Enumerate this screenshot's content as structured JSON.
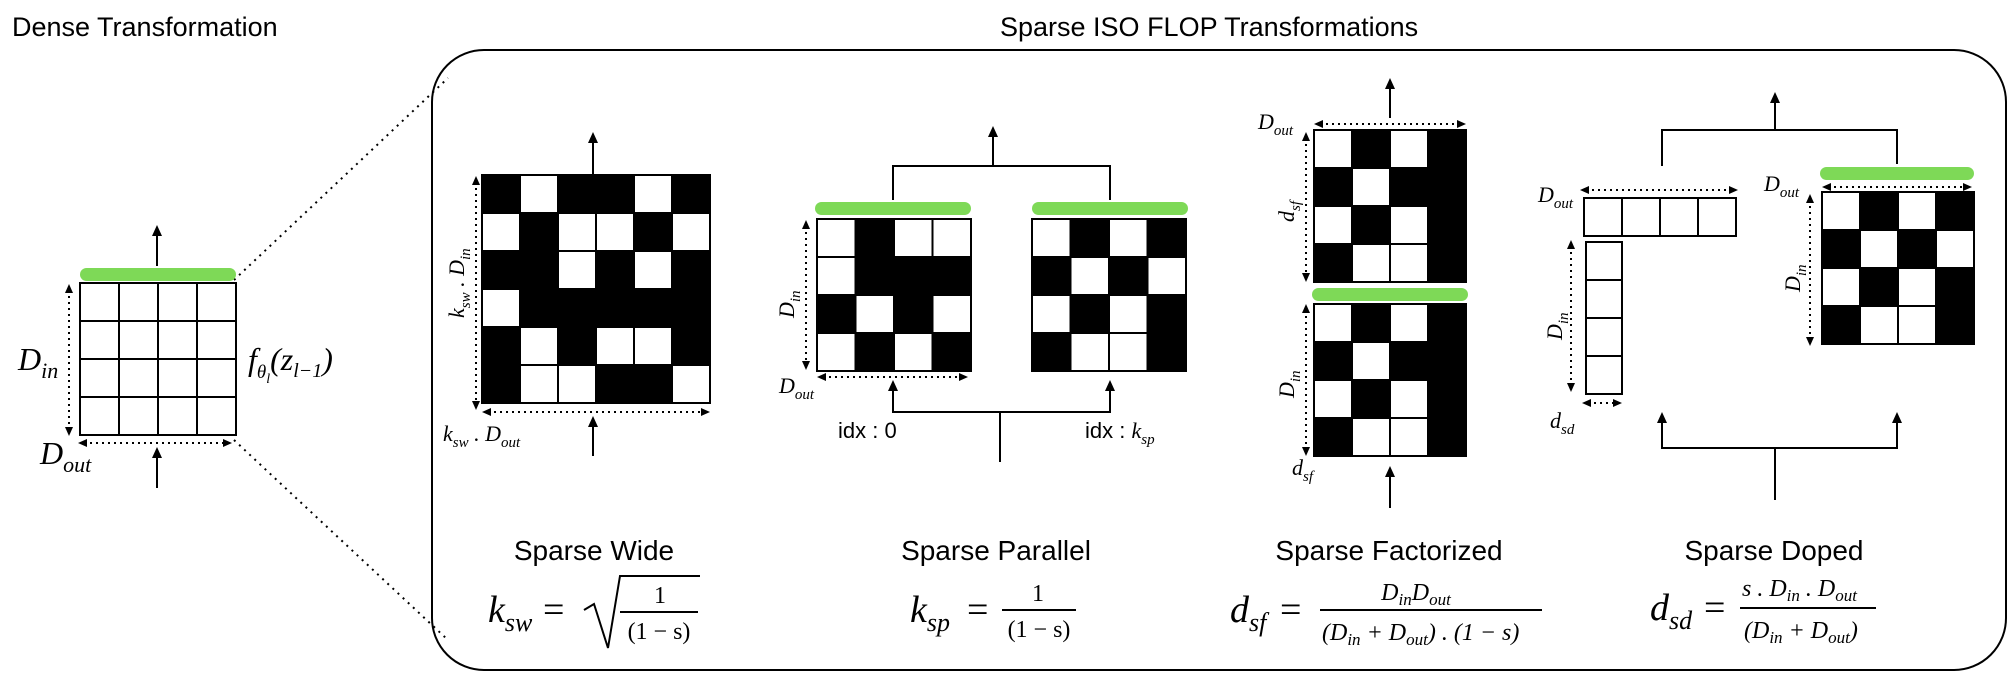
{
  "titles": {
    "dense": "Dense Transformation",
    "sparse": "Sparse ISO FLOP Transformations"
  },
  "colors": {
    "ink": "#000000",
    "accent": "#7ed957",
    "filled_cell": "#000000",
    "empty_cell": "#ffffff"
  },
  "dense": {
    "din_label": {
      "main": "D",
      "sub": "in"
    },
    "dout_label": {
      "main": "D",
      "sub": "out"
    },
    "function_label": {
      "f": "f",
      "sub1": "θ",
      "sub2": "l",
      "arg": "(z",
      "argsub": "l−1",
      "close": ")"
    },
    "grid": [
      [
        0,
        0,
        0,
        0
      ],
      [
        0,
        0,
        0,
        0
      ],
      [
        0,
        0,
        0,
        0
      ],
      [
        0,
        0,
        0,
        0
      ]
    ]
  },
  "panels": [
    {
      "name": "Sparse Wide",
      "labels": {
        "left": "k_sw . D_in",
        "bottom": "k_sw . D_out"
      },
      "grid": [
        [
          1,
          0,
          1,
          1,
          0,
          1
        ],
        [
          0,
          1,
          0,
          0,
          1,
          0
        ],
        [
          1,
          1,
          0,
          1,
          0,
          1
        ],
        [
          0,
          1,
          1,
          1,
          1,
          1
        ],
        [
          1,
          0,
          1,
          0,
          0,
          1
        ],
        [
          1,
          0,
          0,
          1,
          1,
          0
        ]
      ],
      "formula": {
        "lhs": "k",
        "lhs_sub": "sw",
        "eq": "=",
        "num": "1",
        "den": "(1 − s)",
        "sqrt": true
      }
    },
    {
      "name": "Sparse Parallel",
      "labels": {
        "left": "D_in",
        "bottom": "D_out",
        "idx_left": "idx : 0",
        "idx_right": "idx : k_sp"
      },
      "grid_left": [
        [
          0,
          1,
          0,
          0
        ],
        [
          0,
          1,
          1,
          1
        ],
        [
          1,
          0,
          1,
          0
        ],
        [
          0,
          1,
          0,
          1
        ]
      ],
      "grid_right": [
        [
          0,
          1,
          0,
          1
        ],
        [
          1,
          0,
          1,
          0
        ],
        [
          0,
          1,
          0,
          1
        ],
        [
          1,
          0,
          0,
          1
        ]
      ],
      "formula": {
        "lhs": "k",
        "lhs_sub": "sp",
        "eq": "=",
        "num": "1",
        "den": "(1 − s)",
        "sqrt": false
      }
    },
    {
      "name": "Sparse Factorized",
      "labels": {
        "top": "D_out",
        "left_top": "d_sf",
        "left_bottom": "D_in",
        "bottom": "d_sf"
      },
      "grid_top": [
        [
          0,
          1,
          0,
          1
        ],
        [
          1,
          0,
          1,
          1
        ],
        [
          0,
          1,
          0,
          1
        ],
        [
          1,
          0,
          0,
          1
        ]
      ],
      "grid_bottom": [
        [
          0,
          1,
          0,
          1
        ],
        [
          1,
          0,
          1,
          1
        ],
        [
          0,
          1,
          0,
          1
        ],
        [
          1,
          0,
          0,
          1
        ]
      ],
      "formula": {
        "lhs": "d",
        "lhs_sub": "sf",
        "eq": "=",
        "num": "D_in D_out",
        "den": "(D_in + D_out) . (1 − s)",
        "sqrt": false
      }
    },
    {
      "name": "Sparse Doped",
      "labels": {
        "top_left": "D_out",
        "left": "D_in",
        "bottom": "d_sd",
        "right_top": "D_out",
        "right_left": "D_in"
      },
      "grid_right": [
        [
          0,
          1,
          0,
          1
        ],
        [
          1,
          0,
          1,
          0
        ],
        [
          0,
          1,
          0,
          1
        ],
        [
          1,
          0,
          0,
          1
        ]
      ],
      "formula": {
        "lhs": "d",
        "lhs_sub": "sd",
        "eq": "=",
        "num": "s . D_in . D_out",
        "den": "(D_in + D_out)",
        "sqrt": false
      }
    }
  ]
}
